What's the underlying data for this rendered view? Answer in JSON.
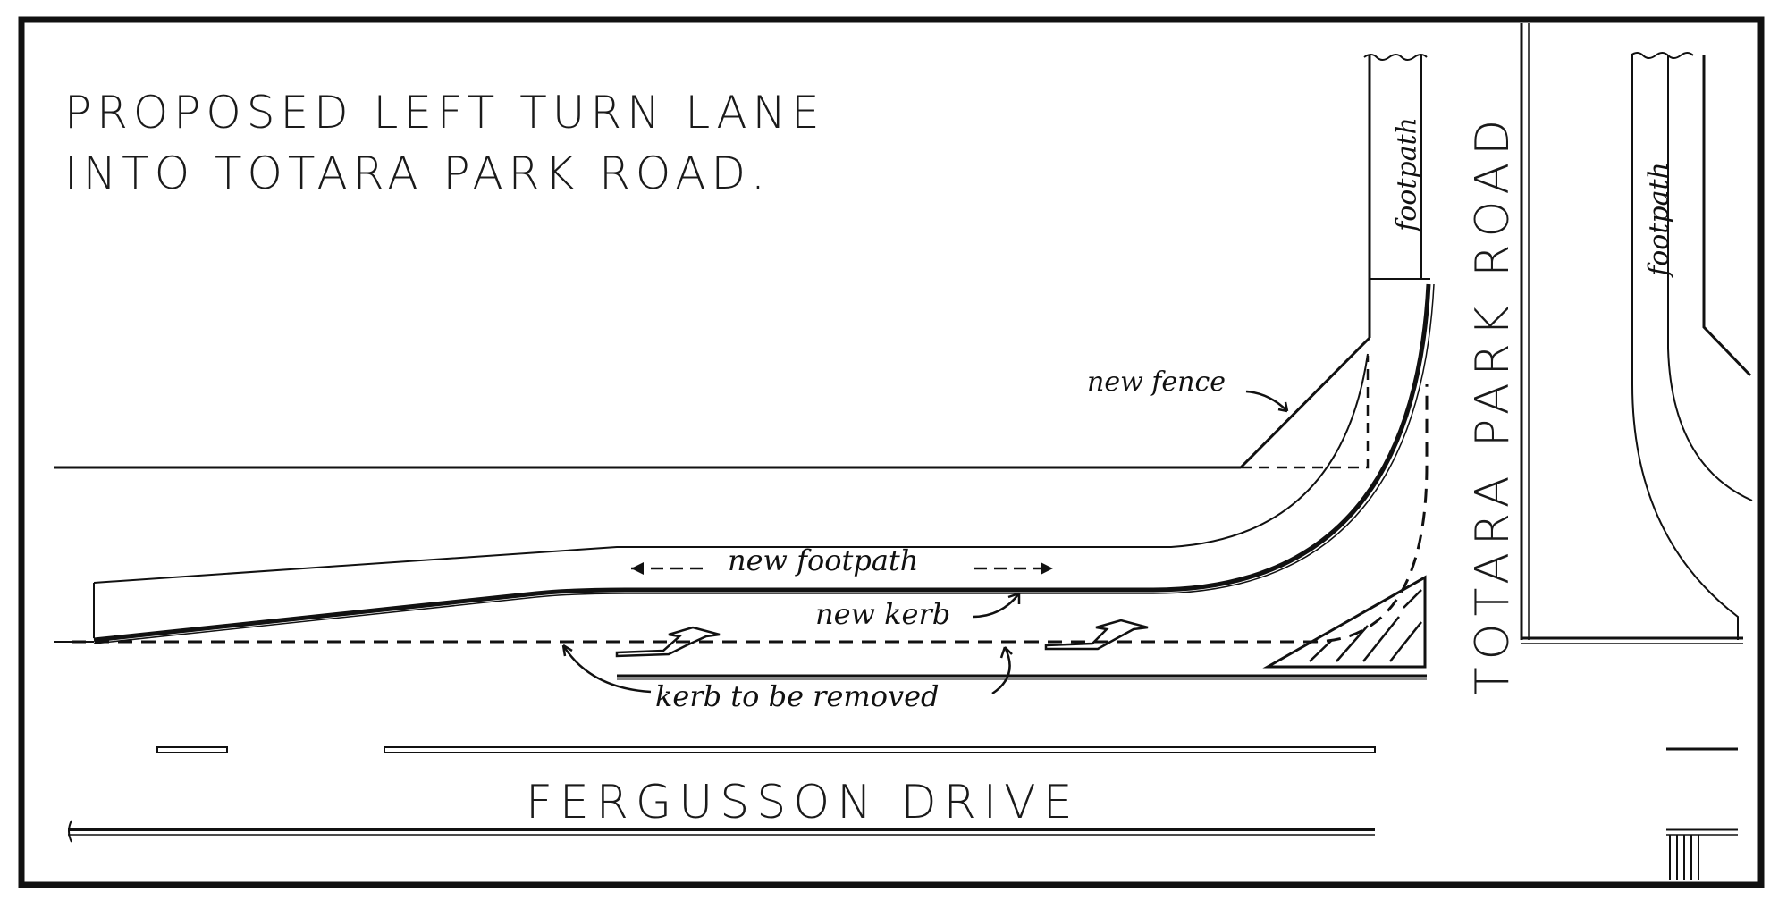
{
  "title": {
    "line1": "PROPOSED  LEFT  TURN  LANE",
    "line2": "INTO  TOTARA  PARK  ROAD."
  },
  "labels": {
    "new_fence": "new fence",
    "new_footpath": "new footpath",
    "new_kerb": "new kerb",
    "kerb_removed": "kerb to be removed",
    "footpath_left": "footpath",
    "footpath_right": "footpath"
  },
  "roads": {
    "main": "FERGUSSON   DRIVE",
    "side": "TOTARA PARK ROAD"
  },
  "colors": {
    "ink": "#111111",
    "paper": "#ffffff"
  }
}
